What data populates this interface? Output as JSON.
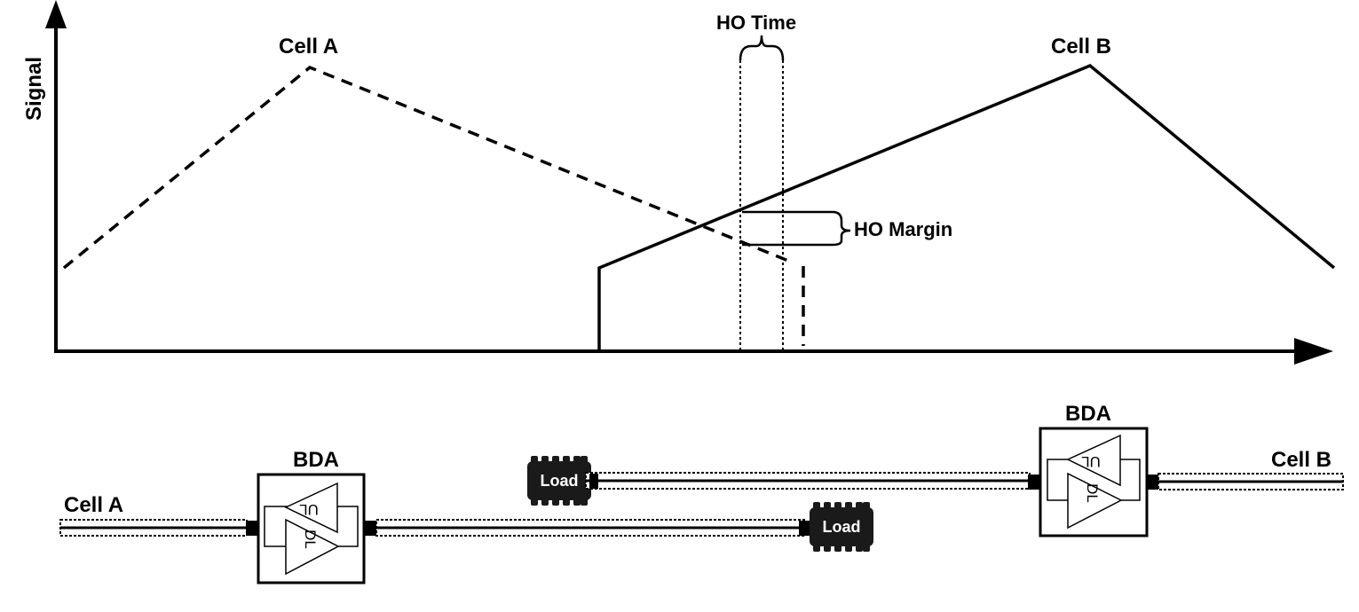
{
  "graph": {
    "y_axis_label": "Signal",
    "cell_a_label": "Cell A",
    "cell_b_label": "Cell B",
    "ho_time_label": "HO Time",
    "ho_margin_label": "HO Margin"
  },
  "network": {
    "cell_a_label": "Cell A",
    "cell_b_label": "Cell B",
    "bda_left_label": "BDA",
    "bda_right_label": "BDA",
    "uplink_label": "UL",
    "downlink_label": "DL",
    "load_top_label": "Load",
    "load_bottom_label": "Load"
  },
  "colors": {
    "stroke": "#000000",
    "background": "#ffffff",
    "load_fill": "#1a1a1a"
  }
}
